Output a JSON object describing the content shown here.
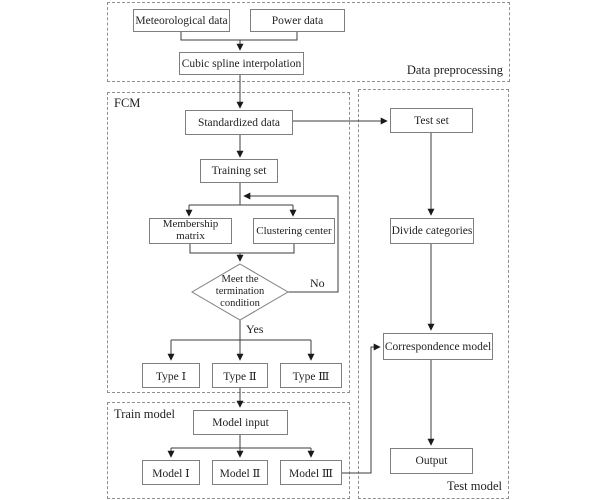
{
  "groups": {
    "preprocessing": "Data preprocessing",
    "fcm": "FCM",
    "train": "Train model",
    "test": "Test model"
  },
  "nodes": {
    "meteorological": "Meteorological data",
    "power": "Power data",
    "cubic": "Cubic spline interpolation",
    "standardized": "Standardized data",
    "training": "Training set",
    "membership": "Membership matrix",
    "clustering": "Clustering center",
    "decision": "Meet the termination condition",
    "type1": "Type Ⅰ",
    "type2": "Type Ⅱ",
    "type3": "Type Ⅲ",
    "model_input": "Model input",
    "model1": "Model Ⅰ",
    "model2": "Model Ⅱ",
    "model3": "Model Ⅲ",
    "test_set": "Test set",
    "divide": "Divide categories",
    "correspondence": "Correspondence model",
    "output": "Output"
  },
  "edge_labels": {
    "yes": "Yes",
    "no": "No"
  },
  "colors": {
    "line": "#3d3d3d",
    "arrow": "#1a1a1a",
    "box_border": "#7f7f7f",
    "dashed_border": "#8f8f8f",
    "text": "#1f1f1f",
    "background": "#ffffff"
  }
}
